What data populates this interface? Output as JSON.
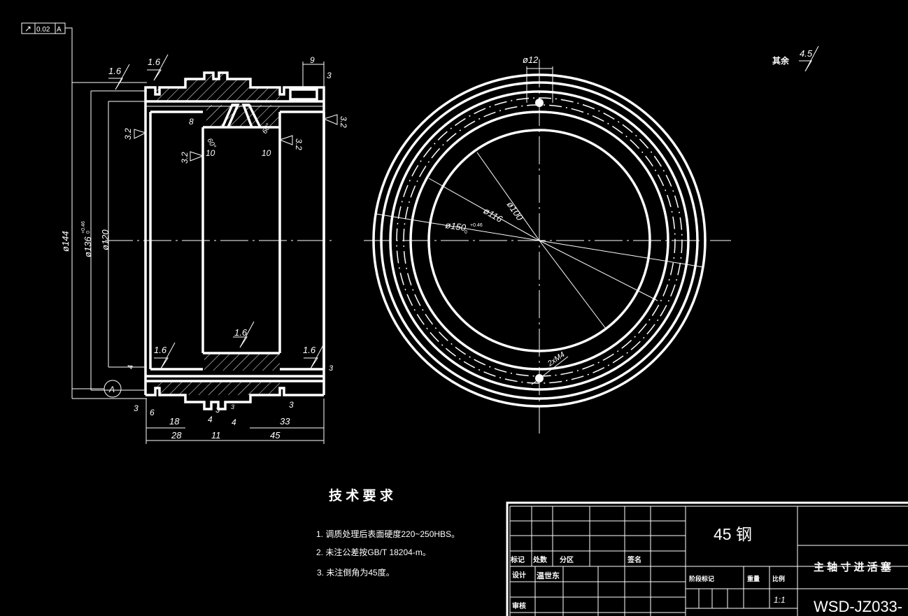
{
  "drawing": {
    "tolerance_frame": {
      "symbol": "↗",
      "value": "0.02",
      "datum": "A"
    },
    "datum_label": "A",
    "section_view": {
      "roughness": [
        "1.6",
        "1.6",
        "3.2",
        "3.2",
        "3.2",
        "3.2",
        "1.6",
        "1.6",
        "1.6"
      ],
      "dims_top": [
        "9",
        "3",
        "8",
        "10",
        "10",
        "60°",
        "60°"
      ],
      "diameters": [
        "ø144",
        "ø136",
        "+0.46",
        "0",
        "ø120"
      ],
      "dims_bottom": [
        "4",
        "3",
        "3",
        "6",
        "18",
        "28",
        "4",
        "11",
        "4",
        "3",
        "3",
        "33",
        "45",
        "3"
      ]
    },
    "end_view": {
      "hole": "ø12",
      "d100": "ø100",
      "d116": "ø116",
      "d150": "ø150",
      "d150_tol_upper": "+0.46",
      "d150_tol_lower": "0",
      "thread": "2xM4"
    },
    "other_roughness": {
      "label": "其余",
      "value": "4.5"
    }
  },
  "tech_requirements": {
    "title": "技 术 要 求",
    "items": [
      "1.  调质处理后表面硬度220~250HBS。",
      "2.  未注公差按GB/T 18204-m。",
      "3.  未注倒角为45度。"
    ]
  },
  "title_block": {
    "material": "45 钢",
    "part_name": "主 轴 寸 进 活 塞",
    "drawing_no": "WSD-JZ033-",
    "labels": {
      "mark": "标记",
      "count": "处数",
      "zone": "分区",
      "signature": "签名",
      "design": "设计",
      "designer": "温世东",
      "review": "审核",
      "stage": "阶段标记",
      "weight": "重量",
      "scale": "比例"
    },
    "scale_value": "1:1"
  }
}
